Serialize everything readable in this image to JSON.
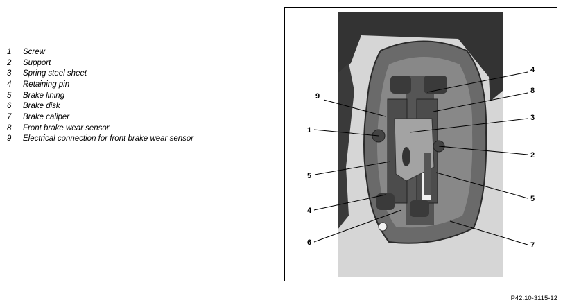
{
  "legend": [
    {
      "num": "1",
      "label": "Screw"
    },
    {
      "num": "2",
      "label": "Support"
    },
    {
      "num": "3",
      "label": "Spring steel sheet"
    },
    {
      "num": "4",
      "label": "Retaining pin"
    },
    {
      "num": "5",
      "label": "Brake lining"
    },
    {
      "num": "6",
      "label": "Brake disk"
    },
    {
      "num": "7",
      "label": "Brake caliper"
    },
    {
      "num": "8",
      "label": "Front brake wear sensor"
    },
    {
      "num": "9",
      "label": "Electrical connection for front brake wear sensor"
    }
  ],
  "callouts": {
    "c9": "9",
    "c1": "1",
    "c5a": "5",
    "c4b": "4",
    "c6": "6",
    "c4a": "4",
    "c8": "8",
    "c3": "3",
    "c2": "2",
    "c5b": "5",
    "c7": "7"
  },
  "figure_ref": "P42.10-3115-12"
}
